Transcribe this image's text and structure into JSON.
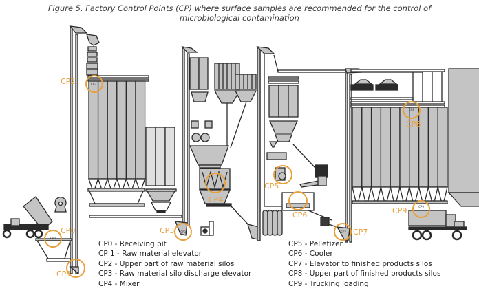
{
  "title": {
    "line1": "Figure 5. Factory Control Points (CP) where surface samples are recommended for the control of",
    "line2": "microbiological contamination"
  },
  "colors": {
    "accent": "#e8a03c",
    "equipment_fill": "#c4c4c4",
    "equipment_stroke": "#2b2b2b"
  },
  "control_points": [
    {
      "id": "CP0",
      "label": "CP0",
      "badge": "CP0"
    },
    {
      "id": "CP1",
      "label": "CP1"
    },
    {
      "id": "CP2",
      "label": "CP2",
      "badge": "CP2"
    },
    {
      "id": "CP3",
      "label": "CP3",
      "badge": "CP3"
    },
    {
      "id": "CP4",
      "label": "CP4"
    },
    {
      "id": "CP5",
      "label": "CP5"
    },
    {
      "id": "CP6",
      "label": "CP6"
    },
    {
      "id": "CP7",
      "label": "CP7",
      "badge": "CP7"
    },
    {
      "id": "CP8",
      "label": "CP8",
      "badge": "CP8"
    },
    {
      "id": "CP9",
      "label": "CP9",
      "badge": "CP9"
    }
  ],
  "legend": {
    "left": [
      "CP0 - Receiving pit",
      "CP 1 - Raw material elevator",
      "CP2 - Upper part of raw material silos",
      "CP3 - Raw material silo discharge elevator",
      "CP4 - Mixer"
    ],
    "right": [
      "CP5 - Pelletizer",
      "CP6 - Cooler",
      "CP7 - Elevator to finished products silos",
      "CP8 - Upper part of finished products silos",
      "CP9 - Trucking loading"
    ]
  }
}
